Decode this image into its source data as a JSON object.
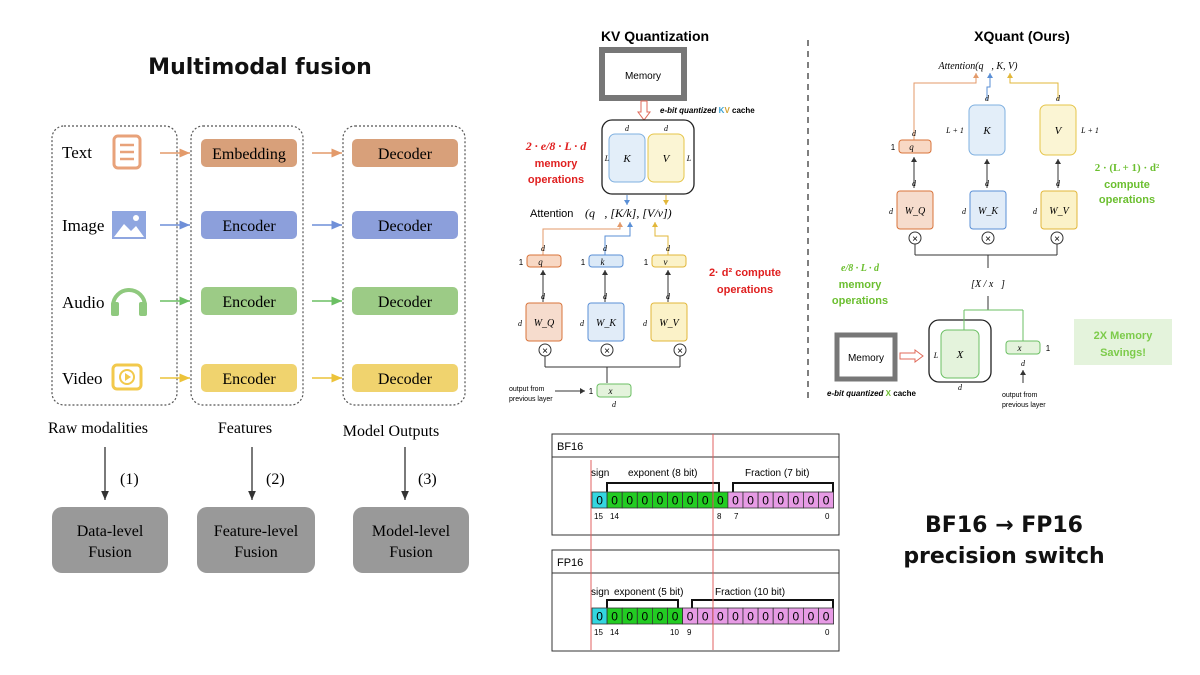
{
  "multimodal": {
    "title": "Multimodal fusion",
    "modalities": [
      {
        "label": "Text",
        "icon": "document-icon",
        "color": "#e8a27a",
        "feature": "Embedding",
        "feature_color": "#d8a07a"
      },
      {
        "label": "Image",
        "icon": "image-icon",
        "color": "#8fa6e0",
        "feature": "Encoder",
        "feature_color": "#8c9fdb"
      },
      {
        "label": "Audio",
        "icon": "headphones-icon",
        "color": "#8fc97e",
        "feature": "Encoder",
        "feature_color": "#9ccb86"
      },
      {
        "label": "Video",
        "icon": "video-icon",
        "color": "#f2c94c",
        "feature": "Encoder",
        "feature_color": "#f0d36e"
      }
    ],
    "decoder_label": "Decoder",
    "column_labels": [
      "Raw modalities",
      "Features",
      "Model Outputs"
    ],
    "steps": [
      "(1)",
      "(2)",
      "(3)"
    ],
    "fusion": [
      "Data-level\nFusion",
      "Feature-level\nFusion",
      "Model-level\nFusion"
    ]
  },
  "kv": {
    "title": "KV Quantization",
    "memory": "Memory",
    "cache_label_pre": "e-bit quantized ",
    "cache_label_k": "K",
    "cache_label_v": "V",
    "cache_label_post": " cache",
    "mem_ops_formula": "2 · e/8 · L · d",
    "mem_ops_1": "memory",
    "mem_ops_2": "operations",
    "compute_1": "2· d² compute",
    "compute_2": "operations",
    "attention": "Attention",
    "output_from_1": "output from",
    "output_from_2": "previous layer"
  },
  "xquant": {
    "title": "XQuant (Ours)",
    "attention": "Attention(q⃗, K, V)",
    "compute_formula": "2 · (L + 1) · d²",
    "compute_1": "compute",
    "compute_2": "operations",
    "mem_formula": "e/8 · L · d",
    "mem_1": "memory",
    "mem_2": "operations",
    "savings_1": "2X Memory",
    "savings_2": "Savings!",
    "memory": "Memory",
    "cache_pre": "e-bit quantized ",
    "cache_x": "X",
    "cache_post": " cache",
    "output_from_1": "output from",
    "output_from_2": "previous layer"
  },
  "formats": {
    "bf16": {
      "name": "BF16",
      "sign": "sign",
      "exponent": "exponent (8 bit)",
      "fraction": "Fraction (7 bit)",
      "bits": [
        "0",
        "0",
        "0",
        "0",
        "0",
        "0",
        "0",
        "0",
        "0",
        "0",
        "0",
        "0",
        "0",
        "0",
        "0",
        "0"
      ],
      "exp_bits": 8,
      "indices": [
        "15",
        "14",
        "8",
        "7",
        "0"
      ]
    },
    "fp16": {
      "name": "FP16",
      "sign": "sign",
      "exponent": "exponent (5 bit)",
      "fraction": "Fraction (10 bit)",
      "bits": [
        "0",
        "0",
        "0",
        "0",
        "0",
        "0",
        "0",
        "0",
        "0",
        "0",
        "0",
        "0",
        "0",
        "0",
        "0",
        "0"
      ],
      "exp_bits": 5,
      "indices": [
        "15",
        "14",
        "10",
        "9",
        "0"
      ]
    },
    "colors": {
      "sign": "#33d6e0",
      "exponent": "#22cc22",
      "fraction": "#e79be5",
      "divider": "#e06060"
    }
  },
  "caption": {
    "line1": "BF16 → FP16",
    "line2": "precision switch"
  }
}
